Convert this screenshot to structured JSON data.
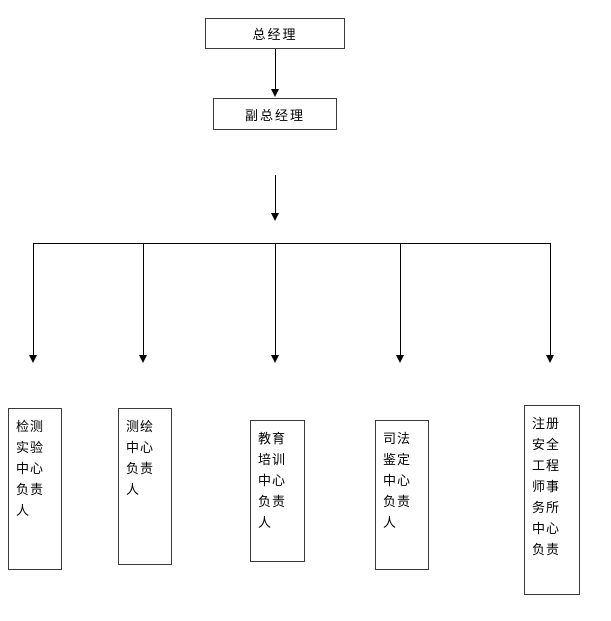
{
  "org": {
    "root_label": "总经理",
    "deputy_label": "副总经理",
    "leaves": [
      {
        "lines": [
          "检测",
          "实验",
          "中心",
          "负责",
          "人"
        ]
      },
      {
        "lines": [
          "测绘",
          "中心",
          "负责",
          "人"
        ]
      },
      {
        "lines": [
          "教育",
          "培训",
          "中心",
          "负责",
          "人"
        ]
      },
      {
        "lines": [
          "司法",
          "鉴定",
          "中心",
          "负责",
          "人"
        ]
      },
      {
        "lines": [
          "注册",
          "安全",
          "工程",
          "师事",
          "务所",
          "中心",
          "负责"
        ]
      }
    ]
  },
  "colors": {
    "background": "#ffffff",
    "connector_line": "#000000",
    "box_border": "#3a3a3a",
    "text": "#000000"
  }
}
